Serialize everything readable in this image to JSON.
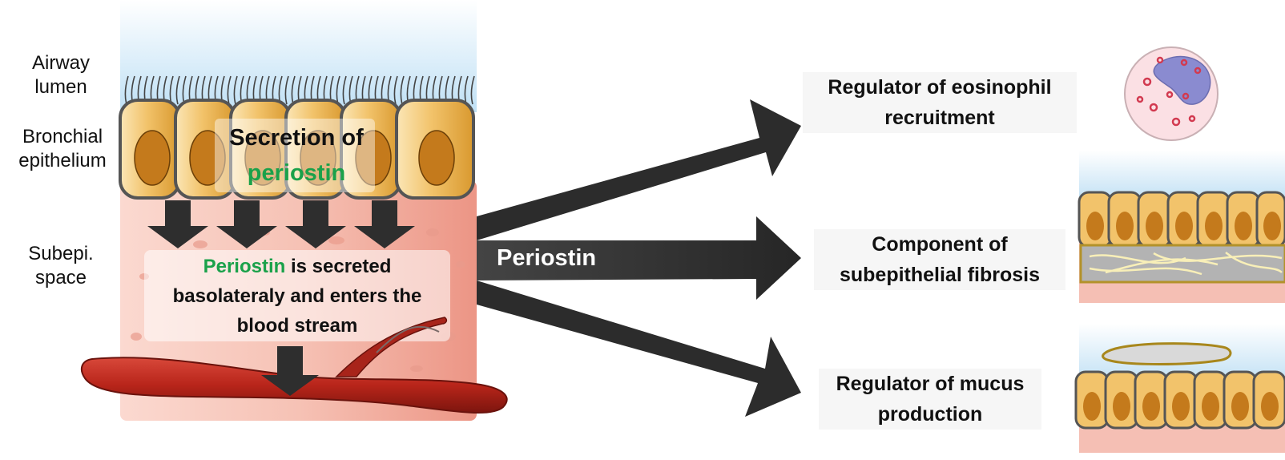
{
  "colors": {
    "cell_fill": "#f2c36b",
    "nucleus": "#c47a1c",
    "tissue": "#f4b4a8",
    "vessel": "#b8251a",
    "arrow": "#2e2e2e",
    "accent_green": "#1aa14a",
    "lumen": "#cfe6f5"
  },
  "layers": {
    "airway_lumen": "Airway lumen",
    "bronchial_epithelium": "Bronchial epithelium",
    "subepi_space": "Subepi. space"
  },
  "secretion": {
    "line1": "Secretion of",
    "line2": "periostin"
  },
  "basolateral": {
    "word_periostin": "Periostin",
    "rest_line1": " is secreted",
    "line2": "basolateraly and enters the",
    "line3": "blood stream"
  },
  "main_arrow_label": "Periostin",
  "outcomes": {
    "eosinophil": {
      "line1": "Regulator of eosinophil",
      "line2": "recruitment",
      "icon": "eosinophil-cell-icon"
    },
    "fibrosis": {
      "line1": "Component of",
      "line2": "subepithelial fibrosis",
      "icon": "fibrosis-tissue-icon"
    },
    "mucus": {
      "line1": "Regulator of mucus",
      "line2": "production",
      "icon": "mucus-layer-icon"
    }
  }
}
